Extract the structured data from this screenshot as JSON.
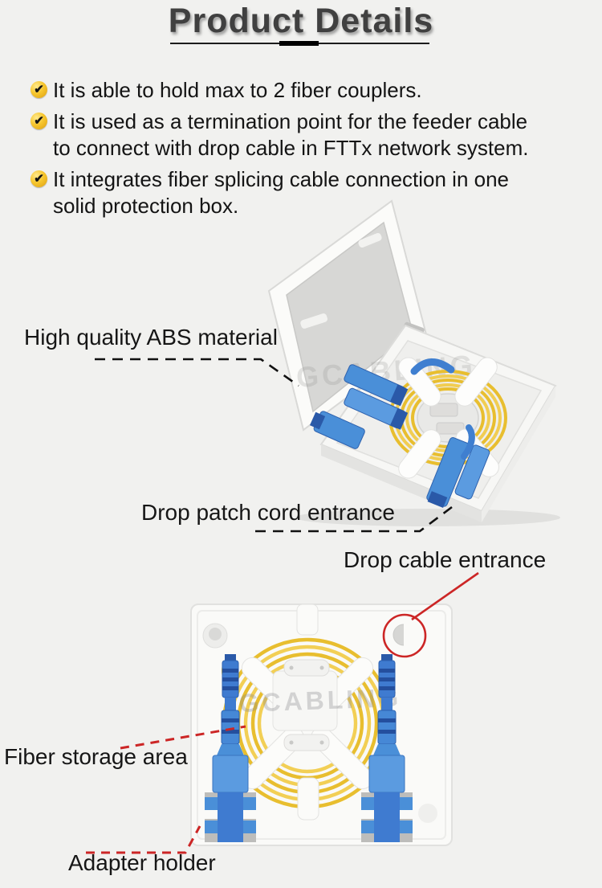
{
  "page": {
    "background": "#f1f1ef"
  },
  "header": {
    "title": "Product Details"
  },
  "icons": {
    "check": "✔"
  },
  "features": {
    "items": [
      {
        "lines": [
          "It is able to hold max to 2 fiber couplers."
        ]
      },
      {
        "lines": [
          "It is used as a termination point for the feeder cable",
          "to connect with drop cable in FTTx network system."
        ]
      },
      {
        "lines": [
          "It integrates fiber splicing cable connection in one",
          "solid protection box."
        ]
      }
    ]
  },
  "annotations": {
    "abs_material": "High quality ABS material",
    "drop_patch_cord": "Drop patch cord entrance",
    "drop_cable": "Drop cable entrance",
    "fiber_storage": "Fiber storage area",
    "adapter_holder": "Adapter holder"
  },
  "images": {
    "open_box": {
      "watermark": "GCABLING"
    },
    "top_view": {
      "watermark": "GCABLING"
    }
  },
  "colors": {
    "background": "#f1f1ef",
    "text": "#1b1b1b",
    "title": "#404040",
    "bullet_gold": "#f0b51e",
    "annotation_red": "#cc2626",
    "connector_blue": "#4a8fd8",
    "fiber_yellow": "#e8be2f",
    "leader_black": "#111111"
  }
}
